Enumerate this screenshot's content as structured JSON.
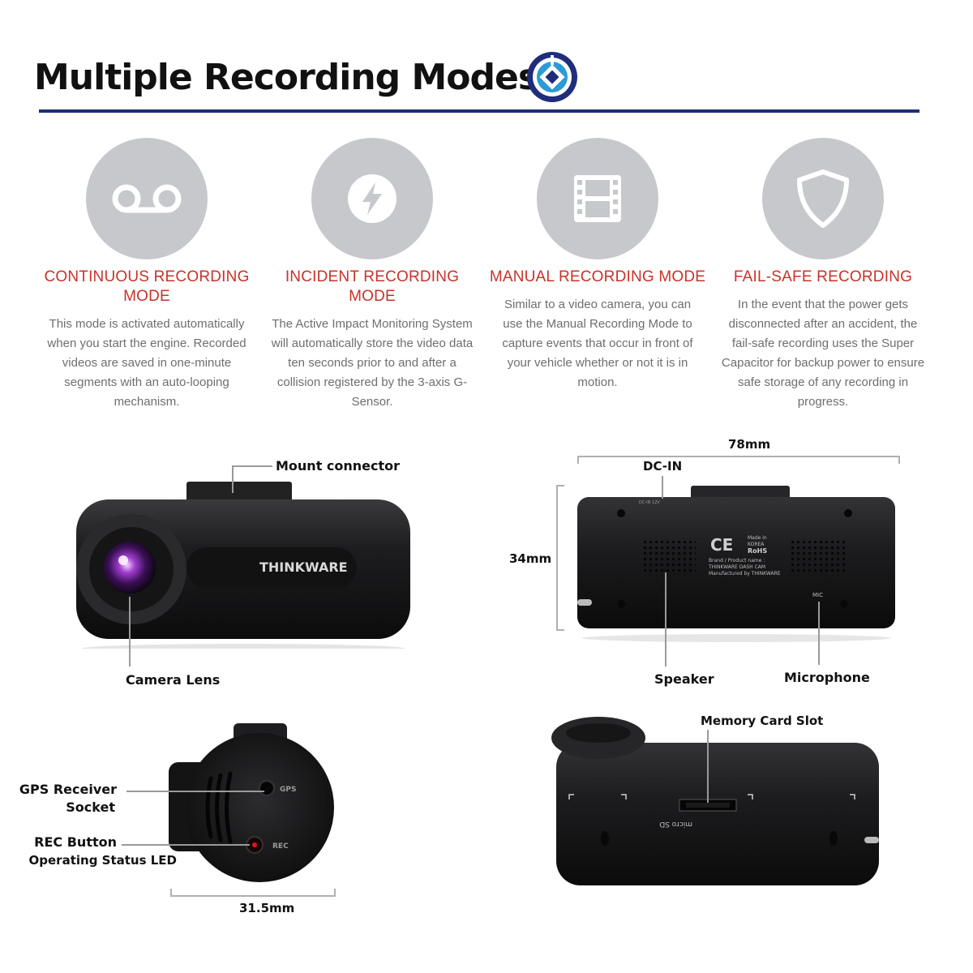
{
  "header": {
    "title": "Multiple Recording Modes"
  },
  "modes": [
    {
      "icon": "voicemail-icon",
      "title": "CONTINUOUS RECORDING MODE",
      "description": "This mode is activated automatically when you start the engine. Recorded videos are saved in one-minute segments with an auto-looping mechanism."
    },
    {
      "icon": "lightning-bolt-icon",
      "title": "INCIDENT RECORDING MODE",
      "description": "The Active Impact Monitoring System will automatically store the video data ten seconds prior to and after a collision registered by the 3-axis G-Sensor."
    },
    {
      "icon": "film-strip-icon",
      "title": "MANUAL RECORDING MODE",
      "description": "Similar to a video camera, you can use the Manual Recording Mode to capture events that occur in front of your vehicle whether or not it is in motion."
    },
    {
      "icon": "shield-icon",
      "title": "FAIL-SAFE RECORDING",
      "description": "In the event that the power gets disconnected after an accident, the fail-safe recording uses the Super Capacitor for backup power to ensure safe storage of any recording in progress."
    }
  ],
  "diagram": {
    "front_view": {
      "brand_text": "THINKWARE",
      "labels": {
        "mount_connector": "Mount connector",
        "camera_lens": "Camera Lens"
      }
    },
    "back_view": {
      "labels": {
        "width": "78mm",
        "height": "34mm",
        "dc_in": "DC-IN",
        "speaker": "Speaker",
        "microphone": "Microphone"
      },
      "print": {
        "ce": "CE",
        "made_in": "Made in",
        "korea": "KOREA",
        "rohs": "RoHS",
        "brand_product": "Brand / Product name :",
        "product": "THINKWARE DASH CAM",
        "manufactured": "Manufactured by THINKWARE",
        "mic": "MIC",
        "dc_in_print": "DC-IN 12V"
      }
    },
    "side_view": {
      "labels": {
        "gps_receiver": "GPS Receiver",
        "socket": "Socket",
        "rec_button": "REC Button",
        "status_led": "Operating Status LED",
        "depth": "31.5mm"
      },
      "print": {
        "gps": "GPS",
        "rec": "REC"
      }
    },
    "bottom_view": {
      "labels": {
        "memory_card_slot": "Memory Card Slot"
      },
      "print": {
        "micro_sd": "micro SD"
      }
    }
  }
}
